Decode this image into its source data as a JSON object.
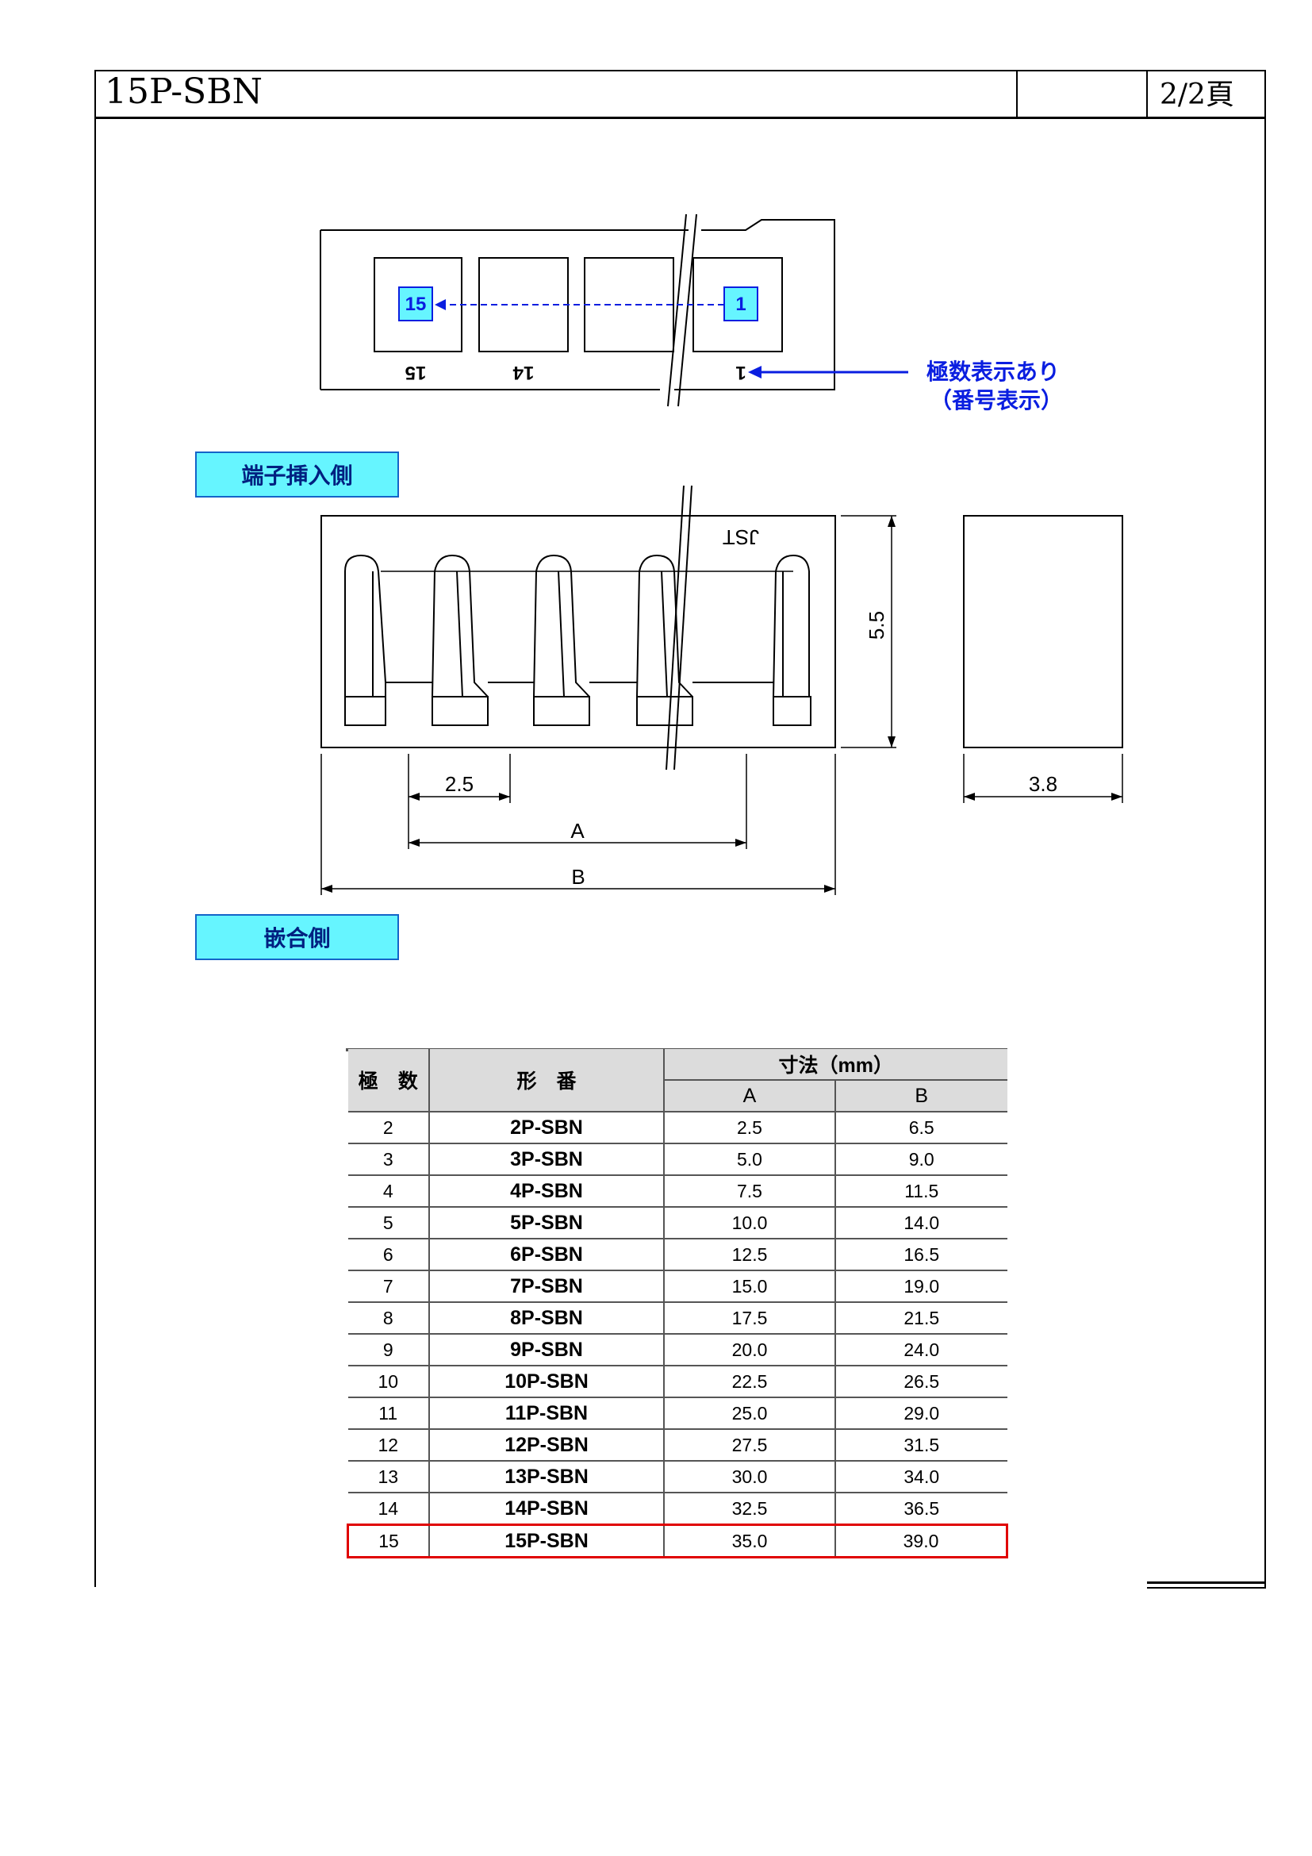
{
  "header": {
    "title": "15P-SBN",
    "page": "2/2頁"
  },
  "top_view": {
    "pin_first_label": "15",
    "pin_last_label": "1",
    "mark_15": "15",
    "mark_14": "14",
    "mark_1": "1",
    "note_line1": "極数表示あり",
    "note_line2": "（番号表示）"
  },
  "captions": {
    "terminal_side": "端子挿入側",
    "mating_side": "嵌合側"
  },
  "front_view": {
    "logo": "JST",
    "dim_height": "5.5",
    "dim_pitch": "2.5",
    "dim_a": "A",
    "dim_b": "B",
    "dim_depth": "3.8"
  },
  "table": {
    "head": {
      "poles": "極　数",
      "model": "形　番",
      "dims": "寸法（mm）",
      "a": "A",
      "b": "B"
    },
    "rows": [
      {
        "poles": "2",
        "model": "2P-SBN",
        "a": "2.5",
        "b": "6.5"
      },
      {
        "poles": "3",
        "model": "3P-SBN",
        "a": "5.0",
        "b": "9.0"
      },
      {
        "poles": "4",
        "model": "4P-SBN",
        "a": "7.5",
        "b": "11.5"
      },
      {
        "poles": "5",
        "model": "5P-SBN",
        "a": "10.0",
        "b": "14.0"
      },
      {
        "poles": "6",
        "model": "6P-SBN",
        "a": "12.5",
        "b": "16.5"
      },
      {
        "poles": "7",
        "model": "7P-SBN",
        "a": "15.0",
        "b": "19.0"
      },
      {
        "poles": "8",
        "model": "8P-SBN",
        "a": "17.5",
        "b": "21.5"
      },
      {
        "poles": "9",
        "model": "9P-SBN",
        "a": "20.0",
        "b": "24.0"
      },
      {
        "poles": "10",
        "model": "10P-SBN",
        "a": "22.5",
        "b": "26.5"
      },
      {
        "poles": "11",
        "model": "11P-SBN",
        "a": "25.0",
        "b": "29.0"
      },
      {
        "poles": "12",
        "model": "12P-SBN",
        "a": "27.5",
        "b": "31.5"
      },
      {
        "poles": "13",
        "model": "13P-SBN",
        "a": "30.0",
        "b": "34.0"
      },
      {
        "poles": "14",
        "model": "14P-SBN",
        "a": "32.5",
        "b": "36.5"
      },
      {
        "poles": "15",
        "model": "15P-SBN",
        "a": "35.0",
        "b": "39.0"
      }
    ],
    "highlight_row": "15P-SBN",
    "highlight_color": "#e00000"
  },
  "colors": {
    "caption_fill": "#66f5ff",
    "annotation_blue": "#0a1ee0"
  }
}
